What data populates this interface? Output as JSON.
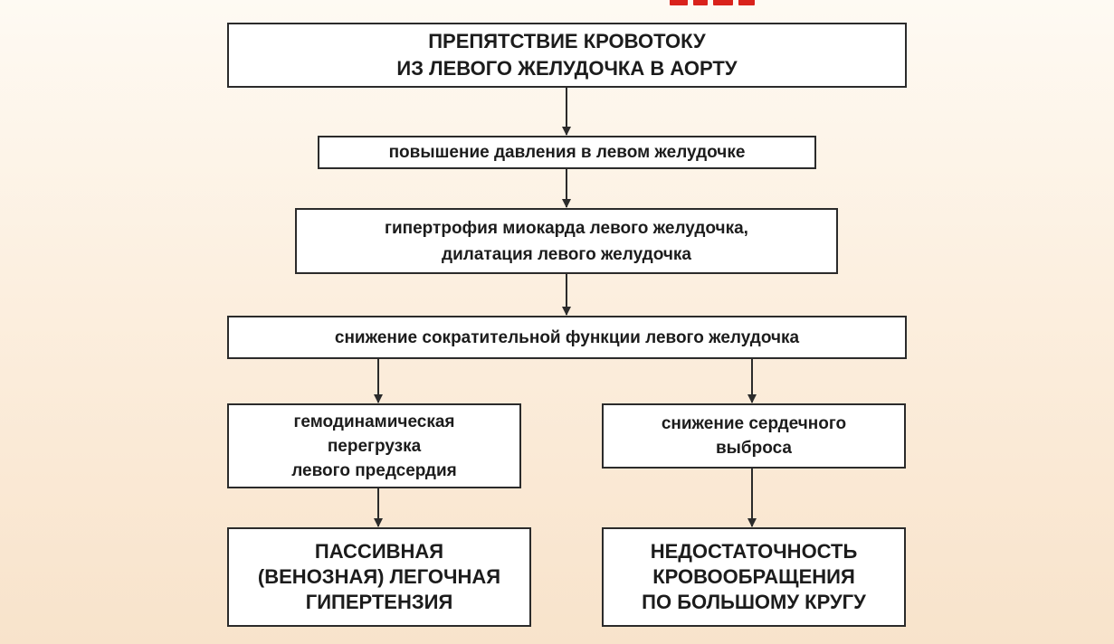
{
  "diagram": {
    "nodes": {
      "obstruction": "ПРЕПЯТСТВИЕ КРОВОТОКУ\nИЗ ЛЕВОГО ЖЕЛУДОЧКА В АОРТУ",
      "pressure": "повышение давления в левом желудочке",
      "hypertrophy": "гипертрофия миокарда левого желудочка,\nдилатация левого желудочка",
      "contractility": "снижение сократительной функции левого желудочка",
      "overload": "гемодинамическая\nперегрузка\nлевого предсердия",
      "output": "снижение сердечного\nвыброса",
      "hypertension": "ПАССИВНАЯ\n(ВЕНОЗНАЯ) ЛЕГОЧНАЯ\nГИПЕРТЕНЗИЯ",
      "insufficiency": "НЕДОСТАТОЧНОСТЬ\nКРОВООБРАЩЕНИЯ\nПО БОЛЬШОМУ КРУГУ"
    },
    "edges": [
      [
        "obstruction",
        "pressure"
      ],
      [
        "pressure",
        "hypertrophy"
      ],
      [
        "hypertrophy",
        "contractility"
      ],
      [
        "contractility",
        "overload"
      ],
      [
        "contractility",
        "output"
      ],
      [
        "overload",
        "hypertension"
      ],
      [
        "output",
        "insufficiency"
      ]
    ],
    "colors": {
      "box_border": "#2b2b2b",
      "box_fill": "#ffffff",
      "arrow": "#2b2b2b",
      "accent_top": "#d9221c"
    }
  }
}
